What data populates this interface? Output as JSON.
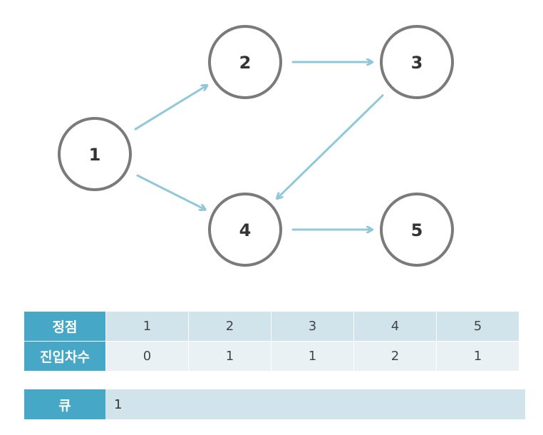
{
  "graph": {
    "nodes": [
      "1",
      "2",
      "3",
      "4",
      "5"
    ],
    "edges": [
      [
        "1",
        "2"
      ],
      [
        "1",
        "4"
      ],
      [
        "2",
        "3"
      ],
      [
        "3",
        "4"
      ],
      [
        "4",
        "5"
      ]
    ],
    "node_stroke": "#7a7a7a",
    "edge_color": "#90c8da"
  },
  "indegree_table": {
    "row1_header": "정점",
    "row2_header": "진입차수",
    "vertices": [
      "1",
      "2",
      "3",
      "4",
      "5"
    ],
    "indegrees": [
      "0",
      "1",
      "1",
      "2",
      "1"
    ]
  },
  "queue": {
    "header": "큐",
    "contents": "1"
  },
  "colors": {
    "header_bg": "#47a7c6",
    "row1_bg": "#d1e3eb",
    "row2_bg": "#e9f1f5"
  }
}
